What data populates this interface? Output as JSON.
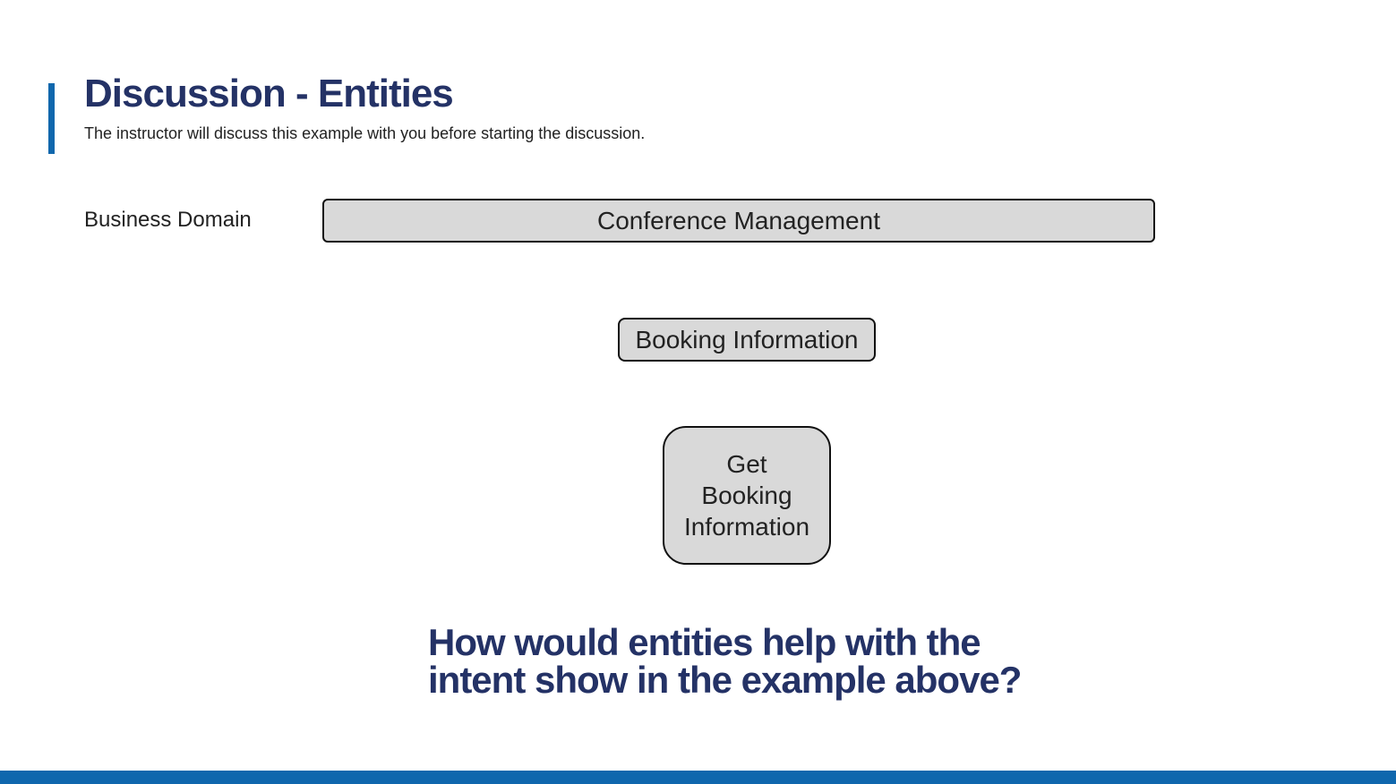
{
  "slide": {
    "title": "Discussion - Entities",
    "subtitle": "The instructor will discuss this example with you before starting the discussion."
  },
  "diagram": {
    "domain_label": "Business Domain",
    "domain_box": "Conference Management",
    "entity_box": "Booking Information",
    "intent_box": {
      "line1": "Get",
      "line2": "Booking",
      "line3": "Information"
    }
  },
  "question": {
    "line1": "How would entities help with the",
    "line2": "intent show in the example above?"
  },
  "colors": {
    "accent": "#0f67ad",
    "heading": "#243266",
    "box_fill": "#d9d9d9"
  }
}
